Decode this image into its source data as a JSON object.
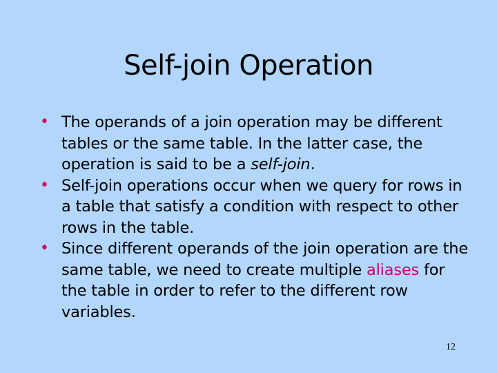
{
  "slide": {
    "title": "Self-join Operation",
    "bullets": [
      {
        "text_before": "The operands of a join operation may be different tables or the same table. In the latter case, the operation is said to be a ",
        "emphasis": "self-join",
        "text_after": "."
      },
      {
        "text": "Self-join operations occur when we query for rows in a table that satisfy a condition with respect to other rows in the table."
      },
      {
        "text_before": "Since different operands of the join operation are the same table, we need to create multiple ",
        "highlight": "aliases",
        "text_after": " for the table in order to refer to the different row variables."
      }
    ],
    "bullet_glyph": "•",
    "page_number": "12"
  },
  "colors": {
    "background": "#b3d6fb",
    "text": "#000000",
    "accent": "#cc0066"
  }
}
